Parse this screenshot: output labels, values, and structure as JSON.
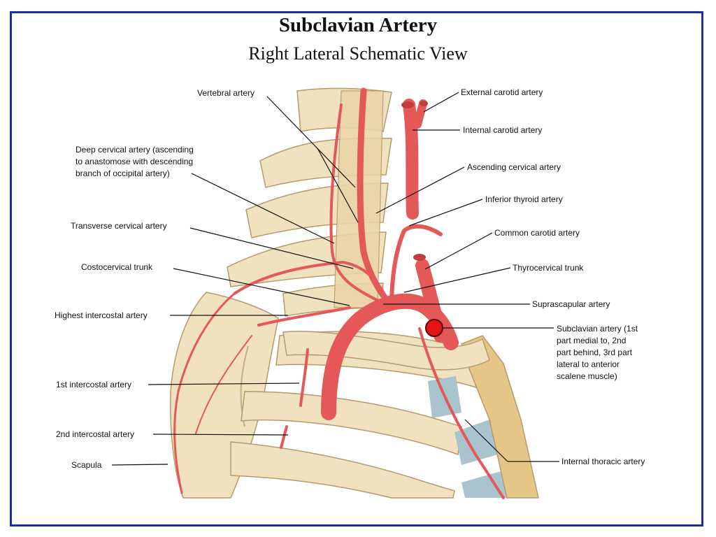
{
  "title": "Subclavian Artery",
  "subtitle": "Right Lateral Schematic View",
  "colors": {
    "border": "#1c2f9c",
    "artery": "#e45858",
    "bone": "#f1e2bf",
    "cartilage": "#a9c3cf",
    "marker": "#e21414"
  },
  "labels": {
    "vertebral": "Vertebral artery",
    "deep_cervical": [
      "Deep cervical artery (ascending",
      "to anastomose with descending",
      "branch of occipital artery)"
    ],
    "transverse_cervical": "Transverse cervical artery",
    "costocervical": "Costocervical trunk",
    "highest_intercostal": "Highest intercostal artery",
    "first_intercostal": "1st intercostal artery",
    "second_intercostal": "2nd intercostal artery",
    "scapula": "Scapula",
    "external_carotid": "External carotid artery",
    "internal_carotid": "Internal carotid artery",
    "ascending_cervical": "Ascending cervical artery",
    "inferior_thyroid": "Inferior thyroid artery",
    "common_carotid": "Common carotid artery",
    "thyrocervical": "Thyrocervical trunk",
    "suprascapular": "Suprascapular artery",
    "subclavian": [
      "Subclavian artery (1st",
      "part medial to, 2nd",
      "part behind, 3rd part",
      "lateral to anterior",
      "scalene muscle)"
    ],
    "internal_thoracic": "Internal thoracic artery"
  }
}
